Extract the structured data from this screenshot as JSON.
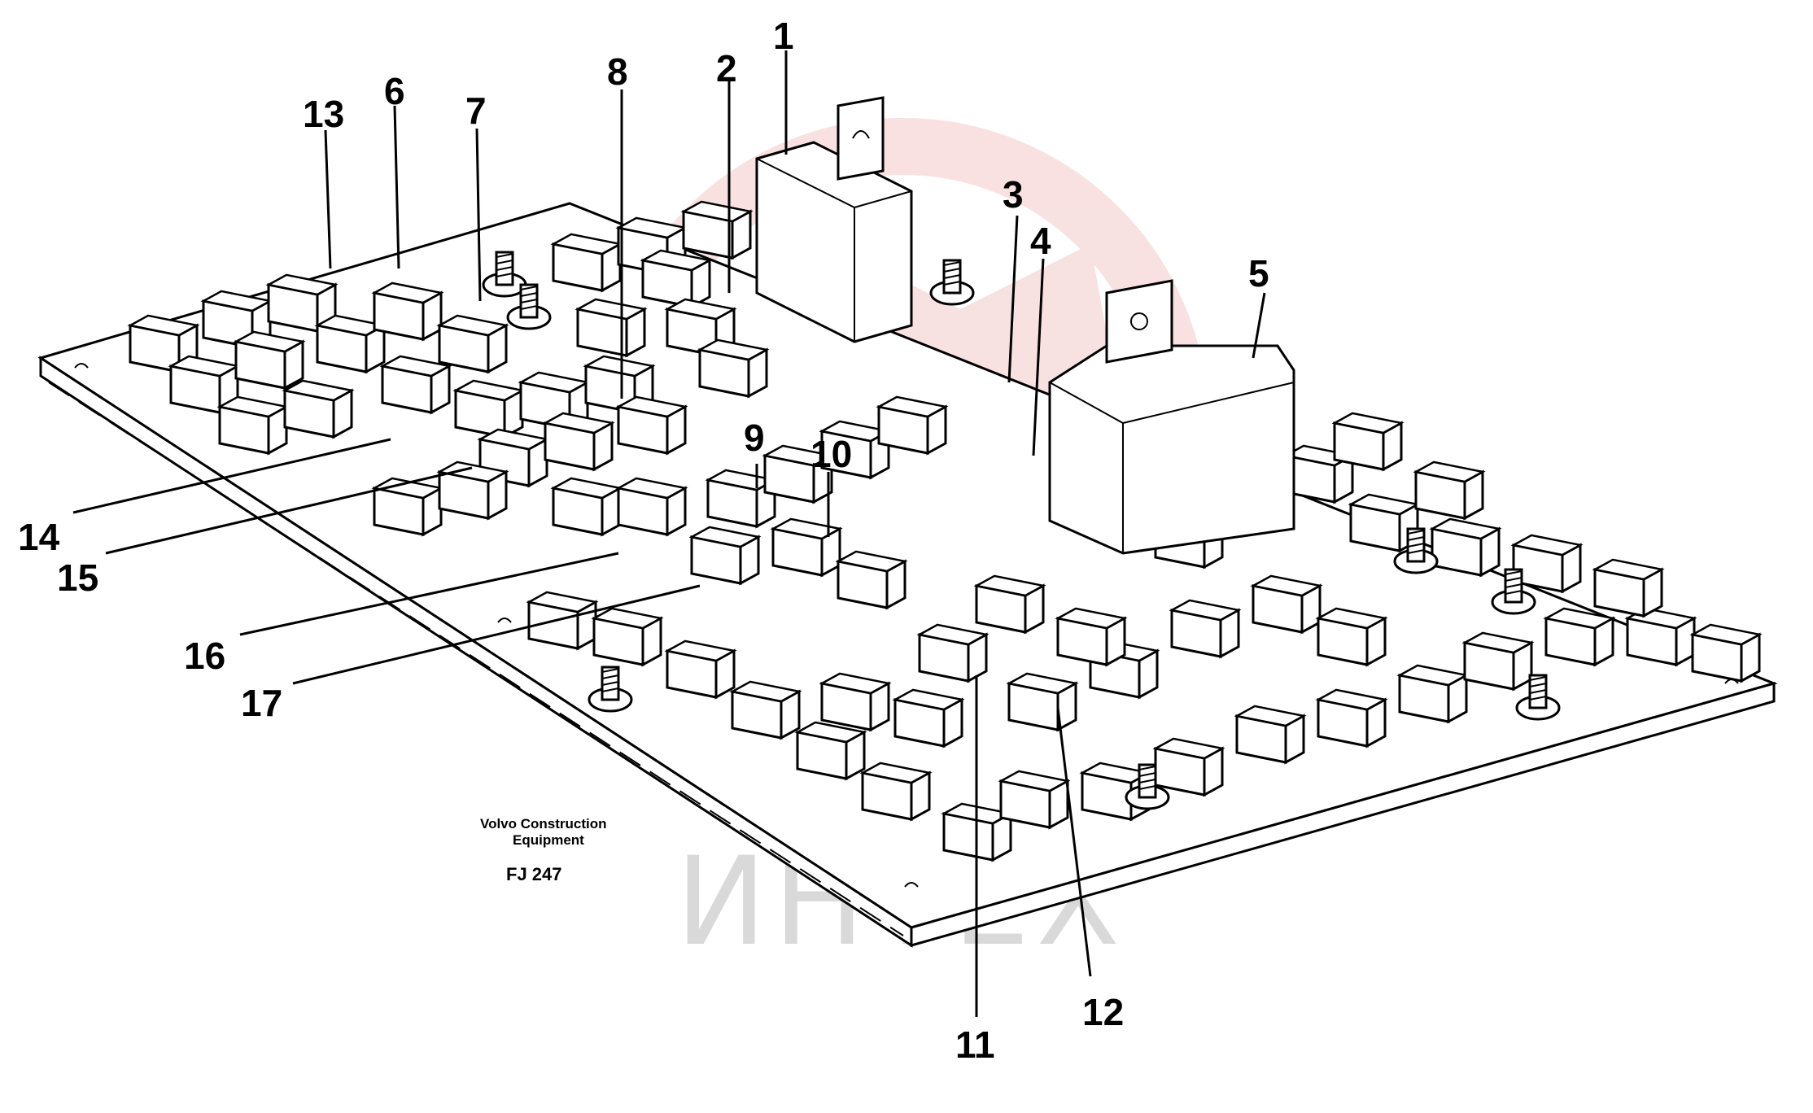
{
  "callouts": [
    "1",
    "2",
    "3",
    "4",
    "5",
    "6",
    "7",
    "8",
    "9",
    "10",
    "11",
    "12",
    "13",
    "14",
    "15",
    "16",
    "17"
  ],
  "caption": {
    "line1": "Volvo Construction",
    "line2": "Equipment",
    "code": "FJ 247"
  },
  "watermark": "ИНТЕХ",
  "colors": {
    "ink": "#000000",
    "watermark_logo": "#f4c9c9",
    "watermark_text": "#d9d9d9"
  }
}
